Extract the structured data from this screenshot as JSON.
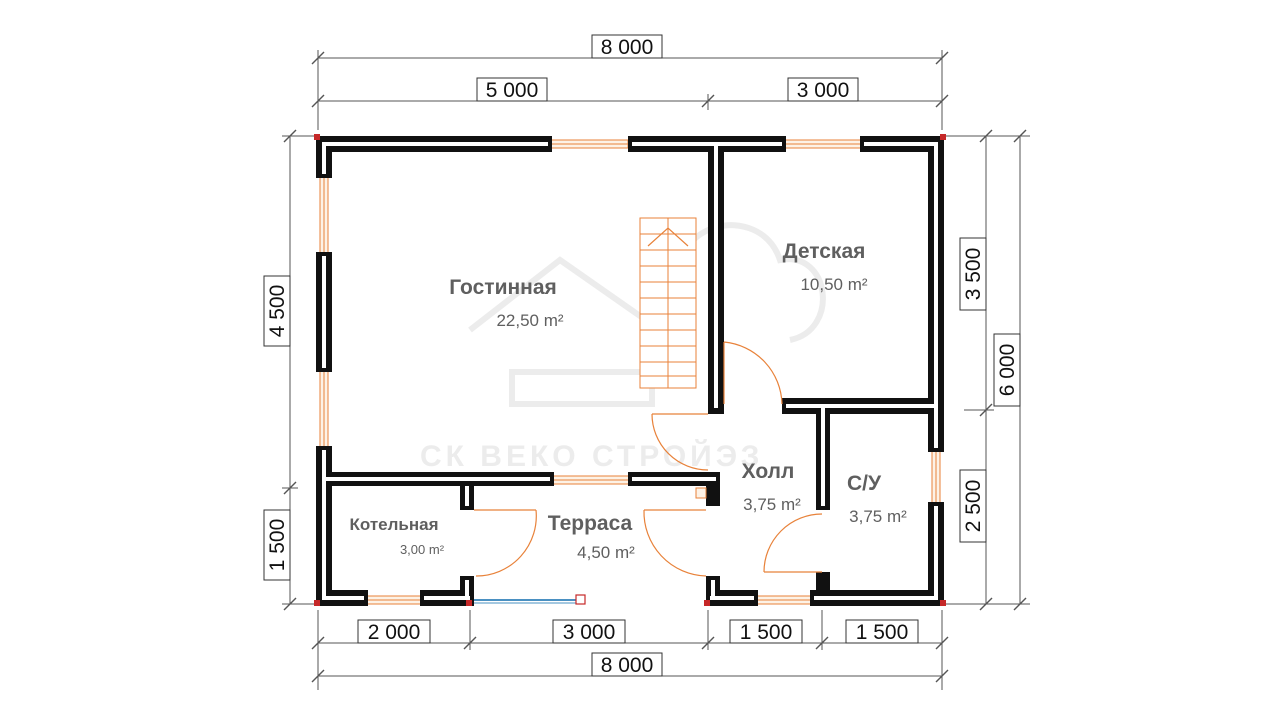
{
  "dimensions": {
    "top_total": "8 000",
    "top_left": "5 000",
    "top_right": "3 000",
    "bottom_1": "2 000",
    "bottom_2": "3 000",
    "bottom_3": "1 500",
    "bottom_4": "1 500",
    "bottom_total": "8 000",
    "left_upper": "4 500",
    "left_lower": "1 500",
    "right_upper": "3 500",
    "right_lower": "2 500",
    "right_total": "6 000"
  },
  "rooms": {
    "living": {
      "name": "Гостинная",
      "area": "22,50 m²"
    },
    "kids": {
      "name": "Детская",
      "area": "10,50 m²"
    },
    "hall": {
      "name": "Холл",
      "area": "3,75 m²"
    },
    "bath": {
      "name": "С/У",
      "area": "3,75 m²"
    },
    "boiler": {
      "name": "Котельная",
      "area": "3,00 m²"
    },
    "terrace": {
      "name": "Терраса",
      "area": "4,50 m²"
    }
  },
  "watermark": {
    "text": "СК ВЕКО СТРОЙЭЗ"
  },
  "colors": {
    "wall": "#111111",
    "window": "#e8823a",
    "corner": "#c62828",
    "label": "#5f5f5f"
  }
}
